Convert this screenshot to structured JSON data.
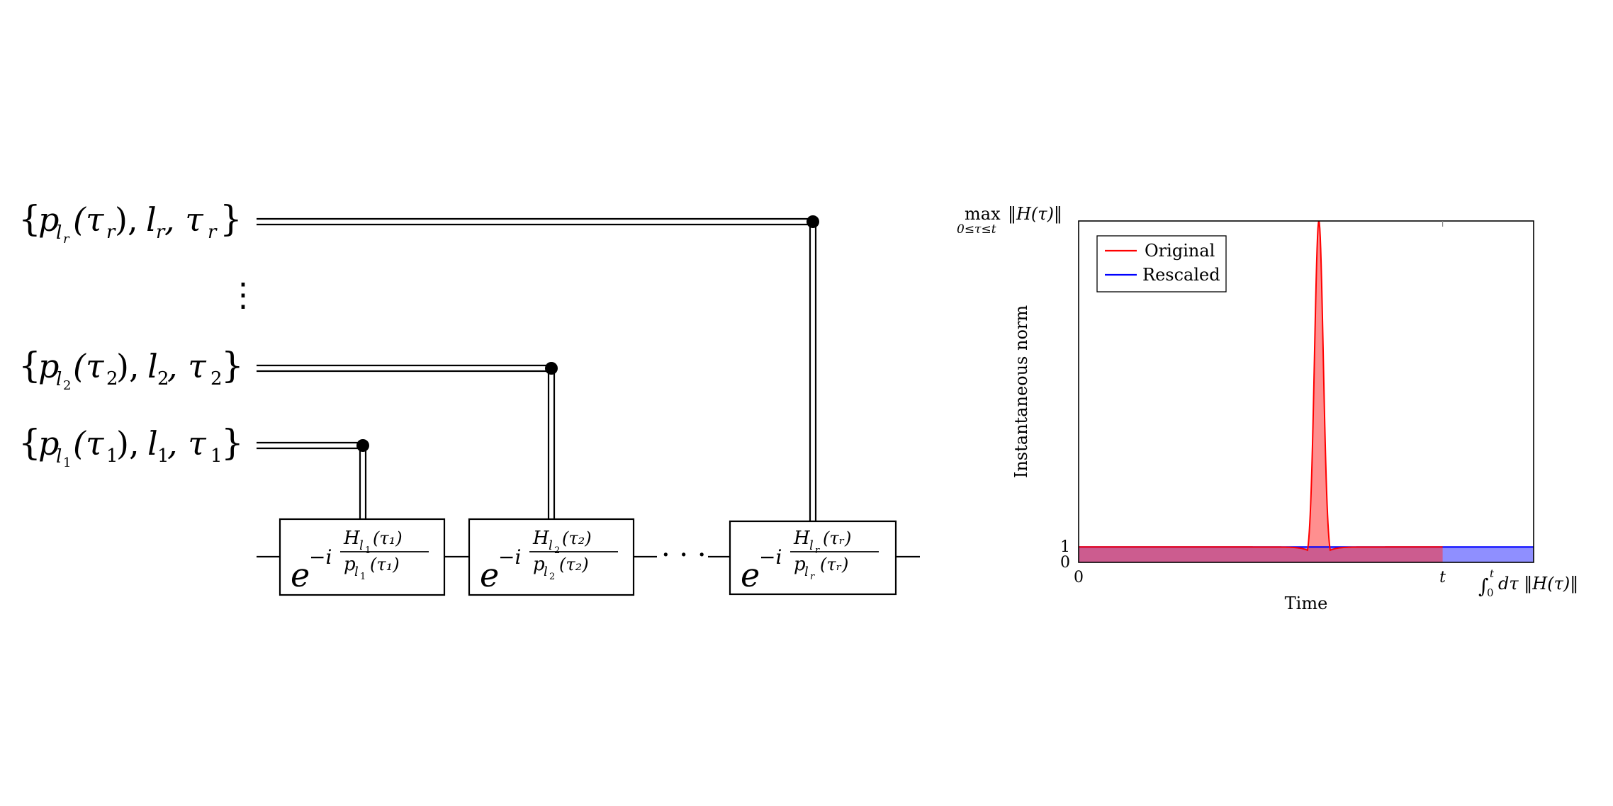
{
  "circuit": {
    "registers": [
      {
        "id": "r",
        "set_open": "{",
        "p": "p",
        "p_sub": "l",
        "p_subsub": "r",
        "arg": "(τ",
        "arg_sub": "r",
        "arg_close": "),",
        "l": "l",
        "l_sub": "r",
        "tau": ", τ",
        "tau_sub": "r",
        "set_close": "}"
      },
      {
        "id": "2",
        "set_open": "{",
        "p": "p",
        "p_sub": "l",
        "p_subsub": "2",
        "arg": "(τ",
        "arg_sub": "2",
        "arg_close": "),",
        "l": "l",
        "l_sub": "2",
        "tau": ", τ",
        "tau_sub": "2",
        "set_close": "}"
      },
      {
        "id": "1",
        "set_open": "{",
        "p": "p",
        "p_sub": "l",
        "p_subsub": "1",
        "arg": "(τ",
        "arg_sub": "1",
        "arg_close": "),",
        "l": "l",
        "l_sub": "1",
        "tau": ", τ",
        "tau_sub": "1",
        "set_close": "}"
      }
    ],
    "vdots": "⋮",
    "gate_dots": "· · ·",
    "gates": [
      {
        "base": "e",
        "exp_prefix": "−i",
        "num": "H",
        "num_sub": "l",
        "num_subsub": "1",
        "num_arg": "(τ₁)",
        "den": "p",
        "den_sub": "l",
        "den_subsub": "1",
        "den_arg": "(τ₁)"
      },
      {
        "base": "e",
        "exp_prefix": "−i",
        "num": "H",
        "num_sub": "l",
        "num_subsub": "2",
        "num_arg": "(τ₂)",
        "den": "p",
        "den_sub": "l",
        "den_subsub": "2",
        "den_arg": "(τ₂)"
      },
      {
        "base": "e",
        "exp_prefix": "−i",
        "num": "H",
        "num_sub": "l",
        "num_subsub": "r",
        "num_arg": "(τᵣ)",
        "den": "p",
        "den_sub": "l",
        "den_subsub": "r",
        "den_arg": "(τᵣ)"
      }
    ]
  },
  "chart_data": {
    "type": "area",
    "xlabel": "Time",
    "ylabel": "Instantaneous norm",
    "y_top_label_max": "max",
    "y_top_label_range": "0≤τ≤t",
    "y_top_label_norm": "‖H(τ)‖",
    "y_tick_labels": [
      "0",
      "1"
    ],
    "x_tick_labels": [
      "0",
      "t"
    ],
    "x_end_label_int": "∫",
    "x_end_label_lim_hi": "t",
    "x_end_label_lim_lo": "0",
    "x_end_label_rest": "dτ ‖H(τ)‖",
    "x_range": [
      0,
      1.25
    ],
    "t_value": 1.0,
    "y_range": [
      0,
      1
    ],
    "legend_position": "top-left",
    "series": [
      {
        "name": "Original",
        "color": "#ff0000",
        "fill": "#ff3333",
        "fill_opacity": 0.55,
        "x_end": 1.0,
        "baseline_level": 0.045,
        "peak_center": 0.66,
        "peak_height": 1.0,
        "peak_width": 0.012,
        "dip_width": 0.02
      },
      {
        "name": "Rescaled",
        "color": "#0000ff",
        "fill": "#3333ff",
        "fill_opacity": 0.55,
        "x_end": 1.25,
        "level": 0.045
      }
    ]
  }
}
